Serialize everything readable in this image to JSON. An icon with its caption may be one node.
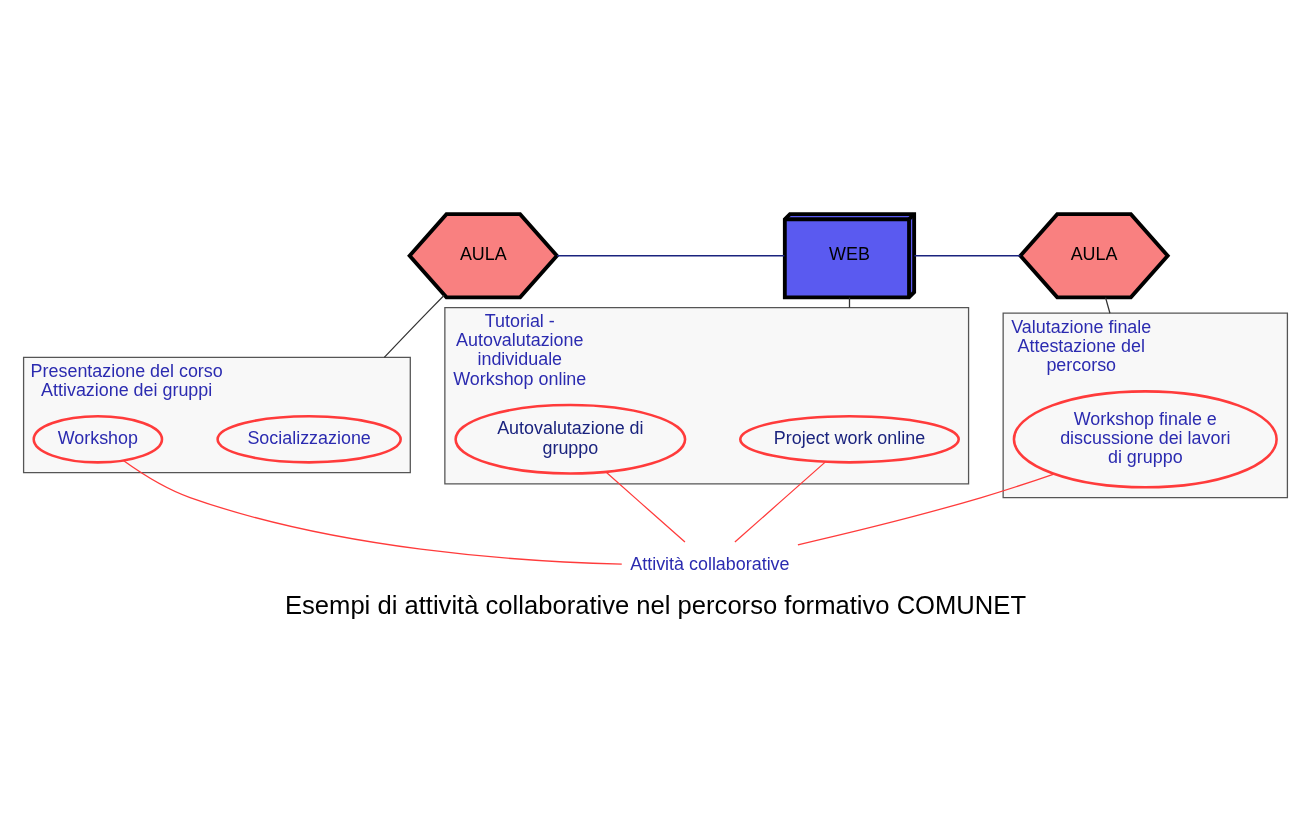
{
  "diagram": {
    "caption": "Esempi di attività collaborative nel percorso formativo COMUNET",
    "nodes": [
      {
        "text": [
          "AULA"
        ]
      },
      {
        "text": [
          "WEB"
        ]
      },
      {
        "text": [
          "AULA"
        ]
      },
      {
        "text": [
          "Presentazione del corso",
          "Attivazione dei gruppi"
        ]
      },
      {
        "text": [
          "Socializzazione"
        ],
        "in": 3
      },
      {
        "text": [
          "Workshop"
        ],
        "in": 3
      },
      {
        "text": [
          "Tutorial - Autovalutazione individuale",
          "Workshop online"
        ]
      },
      {
        "text": [
          "Project work online"
        ],
        "in": 6
      },
      {
        "text": [
          "Autovalutazione di gruppo"
        ],
        "in": 6
      },
      {
        "text": [
          "Valutazione finale",
          "Attestazione del percorso"
        ]
      },
      {
        "text": [
          "Workshop finale e discussione dei lavori di gruppo"
        ],
        "in": 9
      },
      {
        "text": [
          "Attività collaborative"
        ]
      }
    ],
    "edges": [
      {
        "from": 0,
        "to": 1,
        "arrow": "none",
        "color": "#1a237e"
      },
      {
        "from": 1,
        "to": 2,
        "arrow": "none",
        "color": "#1a237e"
      },
      {
        "from": 0,
        "to": 3,
        "arrow": "none",
        "color": "#333333"
      },
      {
        "from": 1,
        "to": 6,
        "arrow": "none",
        "color": "#333333"
      },
      {
        "from": 2,
        "to": 9,
        "arrow": "none",
        "color": "#333333"
      },
      {
        "from": 5,
        "to": 11,
        "arrow": "none",
        "color": "#ff3b3b"
      },
      {
        "from": 7,
        "to": 11,
        "arrow": "none",
        "color": "#ff3b3b"
      },
      {
        "from": 8,
        "to": 11,
        "arrow": "none",
        "color": "#ff3b3b"
      },
      {
        "from": 10,
        "to": 11,
        "arrow": "none",
        "color": "#ff3b3b"
      }
    ]
  }
}
